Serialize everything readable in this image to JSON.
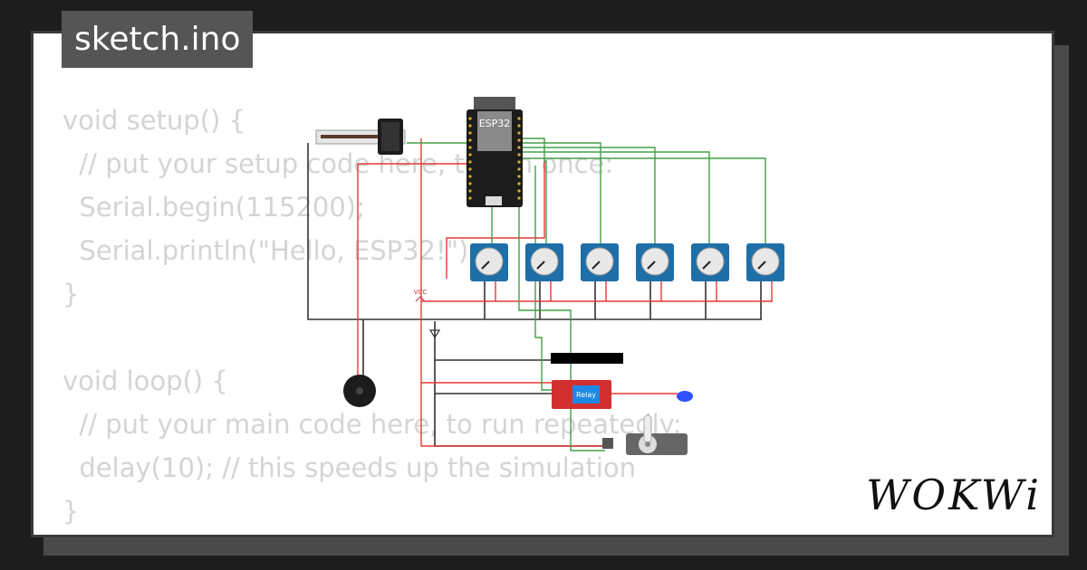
{
  "title": "sketch.ino",
  "code_lines": [
    "void setup() {",
    "  // put your setup code here, to run once:",
    "  Serial.begin(115200);",
    "  Serial.println(\"Hello, ESP32!\");",
    "}",
    "",
    "void loop() {",
    "  // put your main code here, to run repeatedly:",
    "  delay(10); // this speeds up the simulation",
    "}"
  ],
  "board_label": "ESP32",
  "vcc_label": "VCC",
  "relay_label": "Relay",
  "logo": "WOKWi",
  "colors": {
    "wire_red": "#e53935",
    "wire_green": "#43a047",
    "wire_black": "#333333",
    "board": "#1c1c1c",
    "pot_blue": "#1e6fa8",
    "relay_red": "#d32f2f",
    "led_blue": "#3050ff"
  }
}
